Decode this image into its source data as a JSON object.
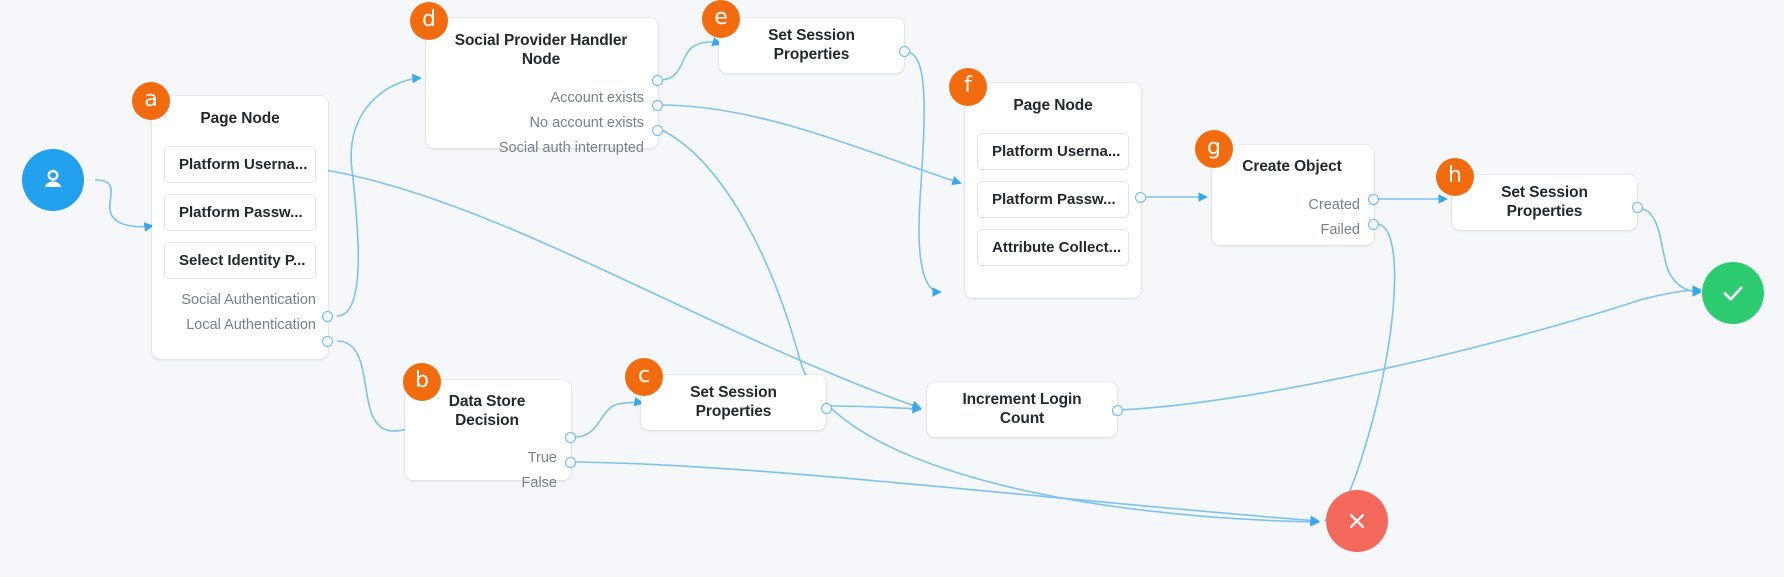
{
  "canvas": {
    "background": "#f5f7fa",
    "edge_color": "#7cc3ef",
    "port_color": "#6fbaf0",
    "badge_color": "#f26b0f",
    "start_color": "#23a0ee",
    "success_color": "#2ecc71",
    "failure_color": "#f4695c"
  },
  "endpoints": {
    "start": {
      "icon": "user-icon",
      "label": ""
    },
    "success": {
      "icon": "check-icon",
      "label": ""
    },
    "failure": {
      "icon": "close-icon",
      "label": ""
    }
  },
  "badges": [
    {
      "id": "a",
      "label": "a"
    },
    {
      "id": "b",
      "label": "b"
    },
    {
      "id": "c",
      "label": "c"
    },
    {
      "id": "d",
      "label": "d"
    },
    {
      "id": "e",
      "label": "e"
    },
    {
      "id": "f",
      "label": "f"
    },
    {
      "id": "g",
      "label": "g"
    },
    {
      "id": "h",
      "label": "h"
    }
  ],
  "nodes": {
    "a": {
      "badge": "a",
      "title": "Page Node",
      "fields": [
        "Platform Userna...",
        "Platform Passw...",
        "Select Identity P..."
      ],
      "outputs": [
        "Social Authentication",
        "Local Authentication"
      ]
    },
    "b": {
      "badge": "b",
      "title": "Data Store Decision",
      "fields": [],
      "outputs": [
        "True",
        "False"
      ]
    },
    "c": {
      "badge": "c",
      "title": "Set Session Properties",
      "fields": [],
      "outputs": []
    },
    "d": {
      "badge": "d",
      "title": "Social Provider Handler Node",
      "fields": [],
      "outputs": [
        "Account exists",
        "No account exists",
        "Social auth interrupted"
      ]
    },
    "e": {
      "badge": "e",
      "title": "Set Session Properties",
      "fields": [],
      "outputs": []
    },
    "f": {
      "badge": "f",
      "title": "Page Node",
      "fields": [
        "Platform Userna...",
        "Platform Passw...",
        "Attribute Collect..."
      ],
      "outputs": []
    },
    "g": {
      "badge": "g",
      "title": "Create Object",
      "fields": [],
      "outputs": [
        "Created",
        "Failed"
      ]
    },
    "h": {
      "badge": "h",
      "title": "Set Session Properties",
      "fields": [],
      "outputs": []
    },
    "increment": {
      "badge": "",
      "title": "Increment Login Count",
      "fields": [],
      "outputs": []
    }
  }
}
